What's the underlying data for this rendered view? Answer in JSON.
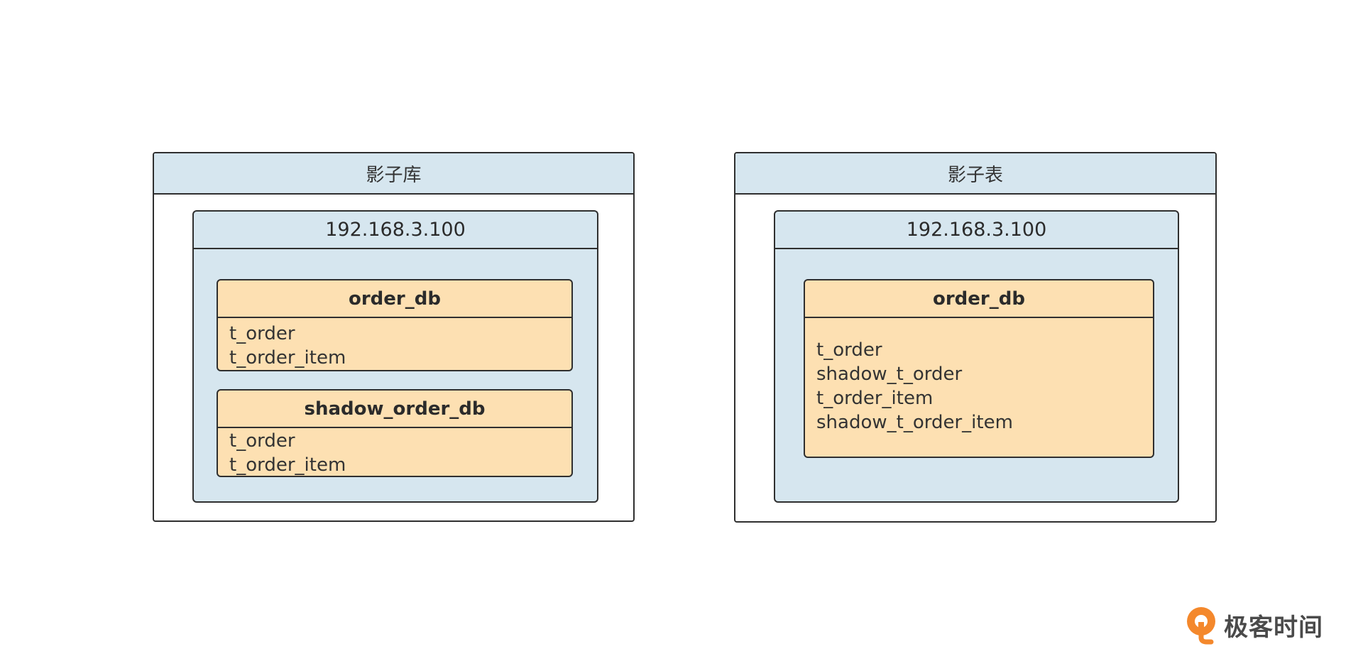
{
  "panels": [
    {
      "title": "影子库",
      "server": {
        "ip": "192.168.3.100",
        "databases": [
          {
            "name": "order_db",
            "tables": [
              "t_order",
              "t_order_item"
            ]
          },
          {
            "name": "shadow_order_db",
            "tables": [
              "t_order",
              "t_order_item"
            ]
          }
        ]
      }
    },
    {
      "title": "影子表",
      "server": {
        "ip": "192.168.3.100",
        "databases": [
          {
            "name": "order_db",
            "tables": [
              "t_order",
              "shadow_t_order",
              "t_order_item",
              "shadow_t_order_item"
            ]
          }
        ]
      }
    }
  ],
  "logo": {
    "text": "极客时间",
    "icon": "geektime-logo-icon",
    "color": "#f4882c"
  },
  "colors": {
    "header_blue": "#d6e6ef",
    "db_orange": "#fde0b2",
    "border": "#2f2f2f"
  }
}
